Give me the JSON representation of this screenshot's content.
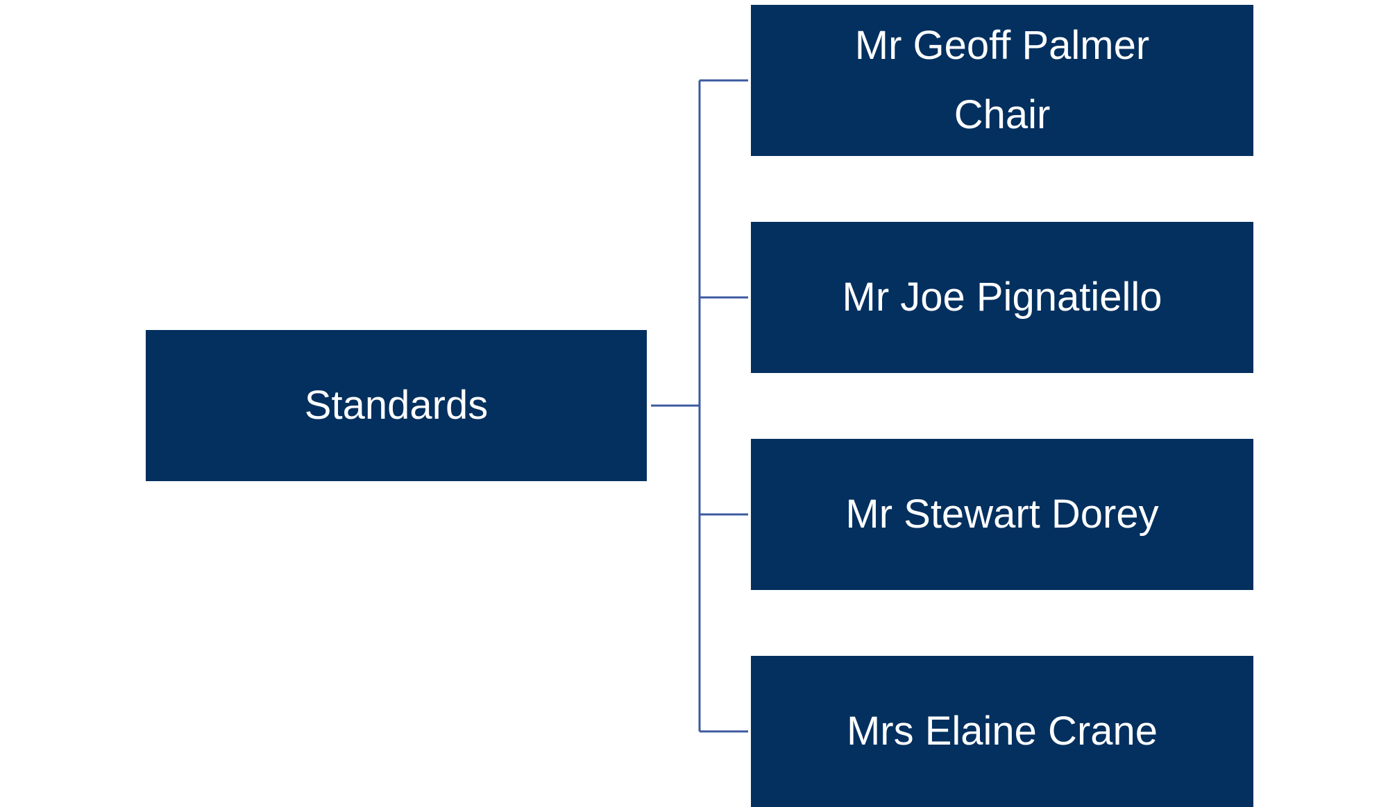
{
  "colors": {
    "node_fill": "#03305f",
    "node_text": "#ffffff",
    "connector": "#3c5aa0",
    "background": "#ffffff"
  },
  "root": {
    "label": "Standards"
  },
  "members": [
    {
      "name": "Mr Geoff Palmer",
      "role": "Chair"
    },
    {
      "name": "Mr Joe Pignatiello"
    },
    {
      "name": "Mr Stewart Dorey"
    },
    {
      "name": "Mrs Elaine Crane"
    }
  ]
}
